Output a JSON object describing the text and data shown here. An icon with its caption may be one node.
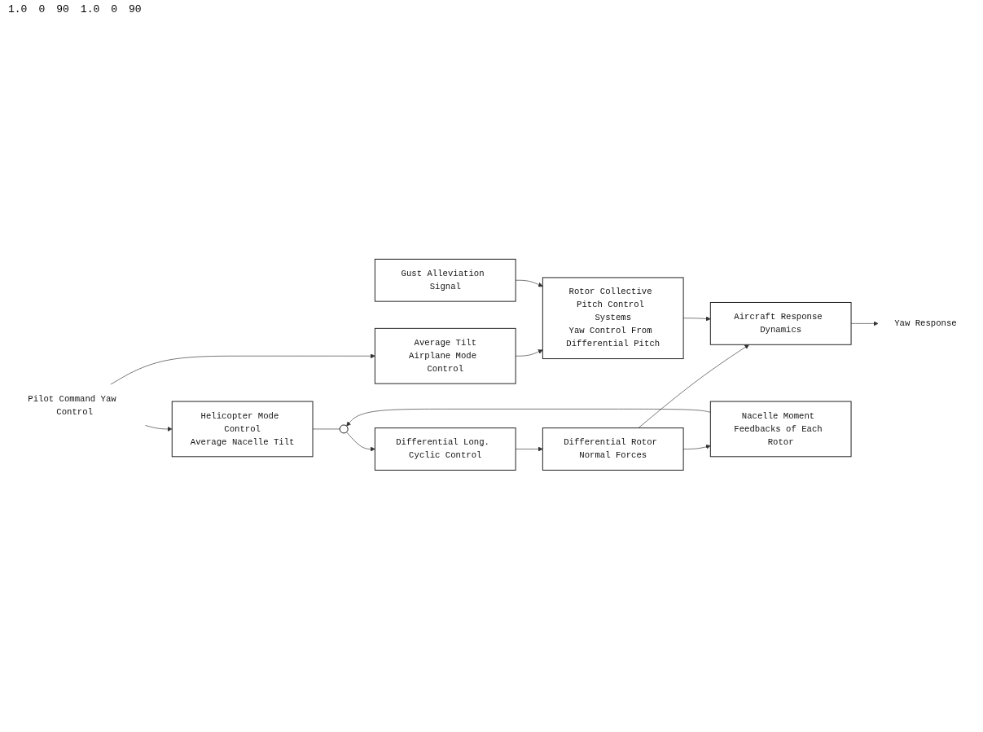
{
  "diagram": {
    "nodes": [
      {
        "text": [
          "Helicopter Mode Control",
          "Average Nacelle Tilt"
        ]
      },
      {
        "text": [],
        "shape": "circle"
      },
      {
        "text": [
          "Differential Long. Cyclic Control"
        ]
      },
      {
        "text": [
          "Differential Rotor Normal Forces"
        ]
      },
      {
        "text": [
          "Aircraft Response Dynamics"
        ]
      },
      {
        "text": [
          "Nacelle Moment Feedbacks of Each Rotor"
        ]
      },
      {
        "text": [
          "Average Tilt",
          "Airplane Mode Control"
        ]
      },
      {
        "text": [
          "Rotor Collective Pitch Control Systems",
          "Yaw Control From Differential Pitch"
        ]
      },
      {
        "text": [
          "Gust Alleviation Signal"
        ]
      },
      {
        "text": [
          "Pilot Command Yaw Control"
        ]
      },
      {
        "text": [
          "Yaw Response"
        ]
      }
    ],
    "edges": [
      {
        "from": 9,
        "to": 0,
        "arrow": "to"
      },
      {
        "from": 0,
        "to": 1,
        "arrow": "none"
      },
      {
        "from": 1,
        "to": 2,
        "arrow": "to"
      },
      {
        "from": 2,
        "to": 3,
        "arrow": "to"
      },
      {
        "from": 3,
        "to": 4,
        "arrow": "to"
      },
      {
        "from": 4,
        "to": 10,
        "arrow": "to"
      },
      {
        "from": 3,
        "to": 5,
        "arrow": "to"
      },
      {
        "from": 5,
        "to": 1,
        "arrow": "to"
      },
      {
        "from": 9,
        "to": 6,
        "arrow": "to"
      },
      {
        "from": 6,
        "to": 7,
        "arrow": "to"
      },
      {
        "from": 7,
        "to": 4,
        "arrow": "to"
      },
      {
        "from": 8,
        "to": 7,
        "arrow": "to"
      }
    ],
    "labels": [
      "1.0",
      "0",
      "90",
      "1.0",
      "0",
      "90"
    ]
  }
}
